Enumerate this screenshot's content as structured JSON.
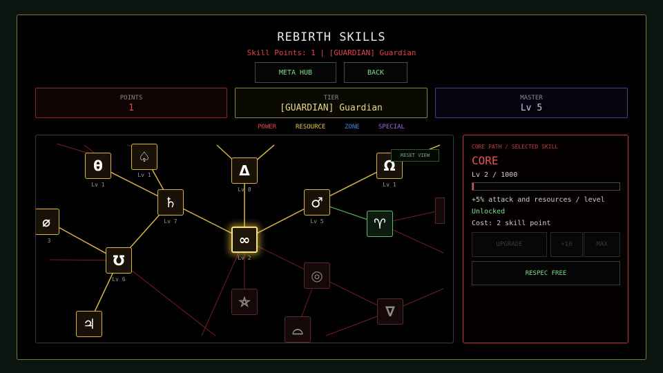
{
  "header": {
    "title": "REBIRTH SKILLS",
    "subtitle": "Skill Points: 1  |  [GUARDIAN] Guardian"
  },
  "nav": {
    "meta_hub": "META HUB",
    "back": "BACK"
  },
  "stats": {
    "points_label": "POINTS",
    "points_value": "1",
    "tier_label": "TIER",
    "tier_value": "[GUARDIAN] Guardian",
    "master_label": "MASTER",
    "master_value": "Lv 5"
  },
  "legend": {
    "power": "POWER",
    "resource": "RESOURCE",
    "zone": "ZONE",
    "special": "SPECIAL"
  },
  "tree": {
    "reset_view": "RESET VIEW",
    "nodes": [
      {
        "id": "n-theta",
        "glyph": "θ",
        "level": "Lv 1",
        "state": "unlocked"
      },
      {
        "id": "n-heart",
        "glyph": "♤",
        "level": "Lv 1",
        "state": "unlocked"
      },
      {
        "id": "n-delta",
        "glyph": "Δ",
        "level": "Lv 8",
        "state": "unlocked"
      },
      {
        "id": "n-omega",
        "glyph": "Ω",
        "level": "Lv 1",
        "state": "unlocked"
      },
      {
        "id": "n-saturn",
        "glyph": "♄",
        "level": "Lv 7",
        "state": "unlocked"
      },
      {
        "id": "n-mars",
        "glyph": "♂",
        "level": "Lv 5",
        "state": "unlocked"
      },
      {
        "id": "n-aries",
        "glyph": "♈",
        "level": "",
        "state": "green"
      },
      {
        "id": "n-left",
        "glyph": "⌀",
        "level": "3",
        "state": "unlocked"
      },
      {
        "id": "n-core",
        "glyph": "∞",
        "level": "Lv 2",
        "state": "selected"
      },
      {
        "id": "n-omega2",
        "glyph": "℧",
        "level": "Lv 6",
        "state": "unlocked"
      },
      {
        "id": "n-circle",
        "glyph": "◎",
        "level": "",
        "state": "locked"
      },
      {
        "id": "n-star",
        "glyph": "⛤",
        "level": "",
        "state": "locked"
      },
      {
        "id": "n-nabla",
        "glyph": "∇",
        "level": "",
        "state": "locked"
      },
      {
        "id": "n-jupiter",
        "glyph": "♃",
        "level": "",
        "state": "unlocked"
      },
      {
        "id": "n-dome",
        "glyph": "⌓",
        "level": "",
        "state": "locked"
      }
    ]
  },
  "panel": {
    "path": "CORE PATH  /  SELECTED SKILL",
    "name": "CORE",
    "level": "Lv 2 / 1000",
    "progress": 0.002,
    "description": "+5% attack and resources / level",
    "status": "Unlocked",
    "cost": "Cost: 2 skill point",
    "upgrade": "UPGRADE",
    "plus10": "+10",
    "max": "MAX",
    "respec": "RESPEC FREE"
  },
  "colors": {
    "power": "#e04a50",
    "resource": "#e6c84a",
    "zone": "#4a86e0",
    "special": "#a06ae0",
    "frame": "#7b7a3a",
    "accent_green": "#7fe08a"
  }
}
